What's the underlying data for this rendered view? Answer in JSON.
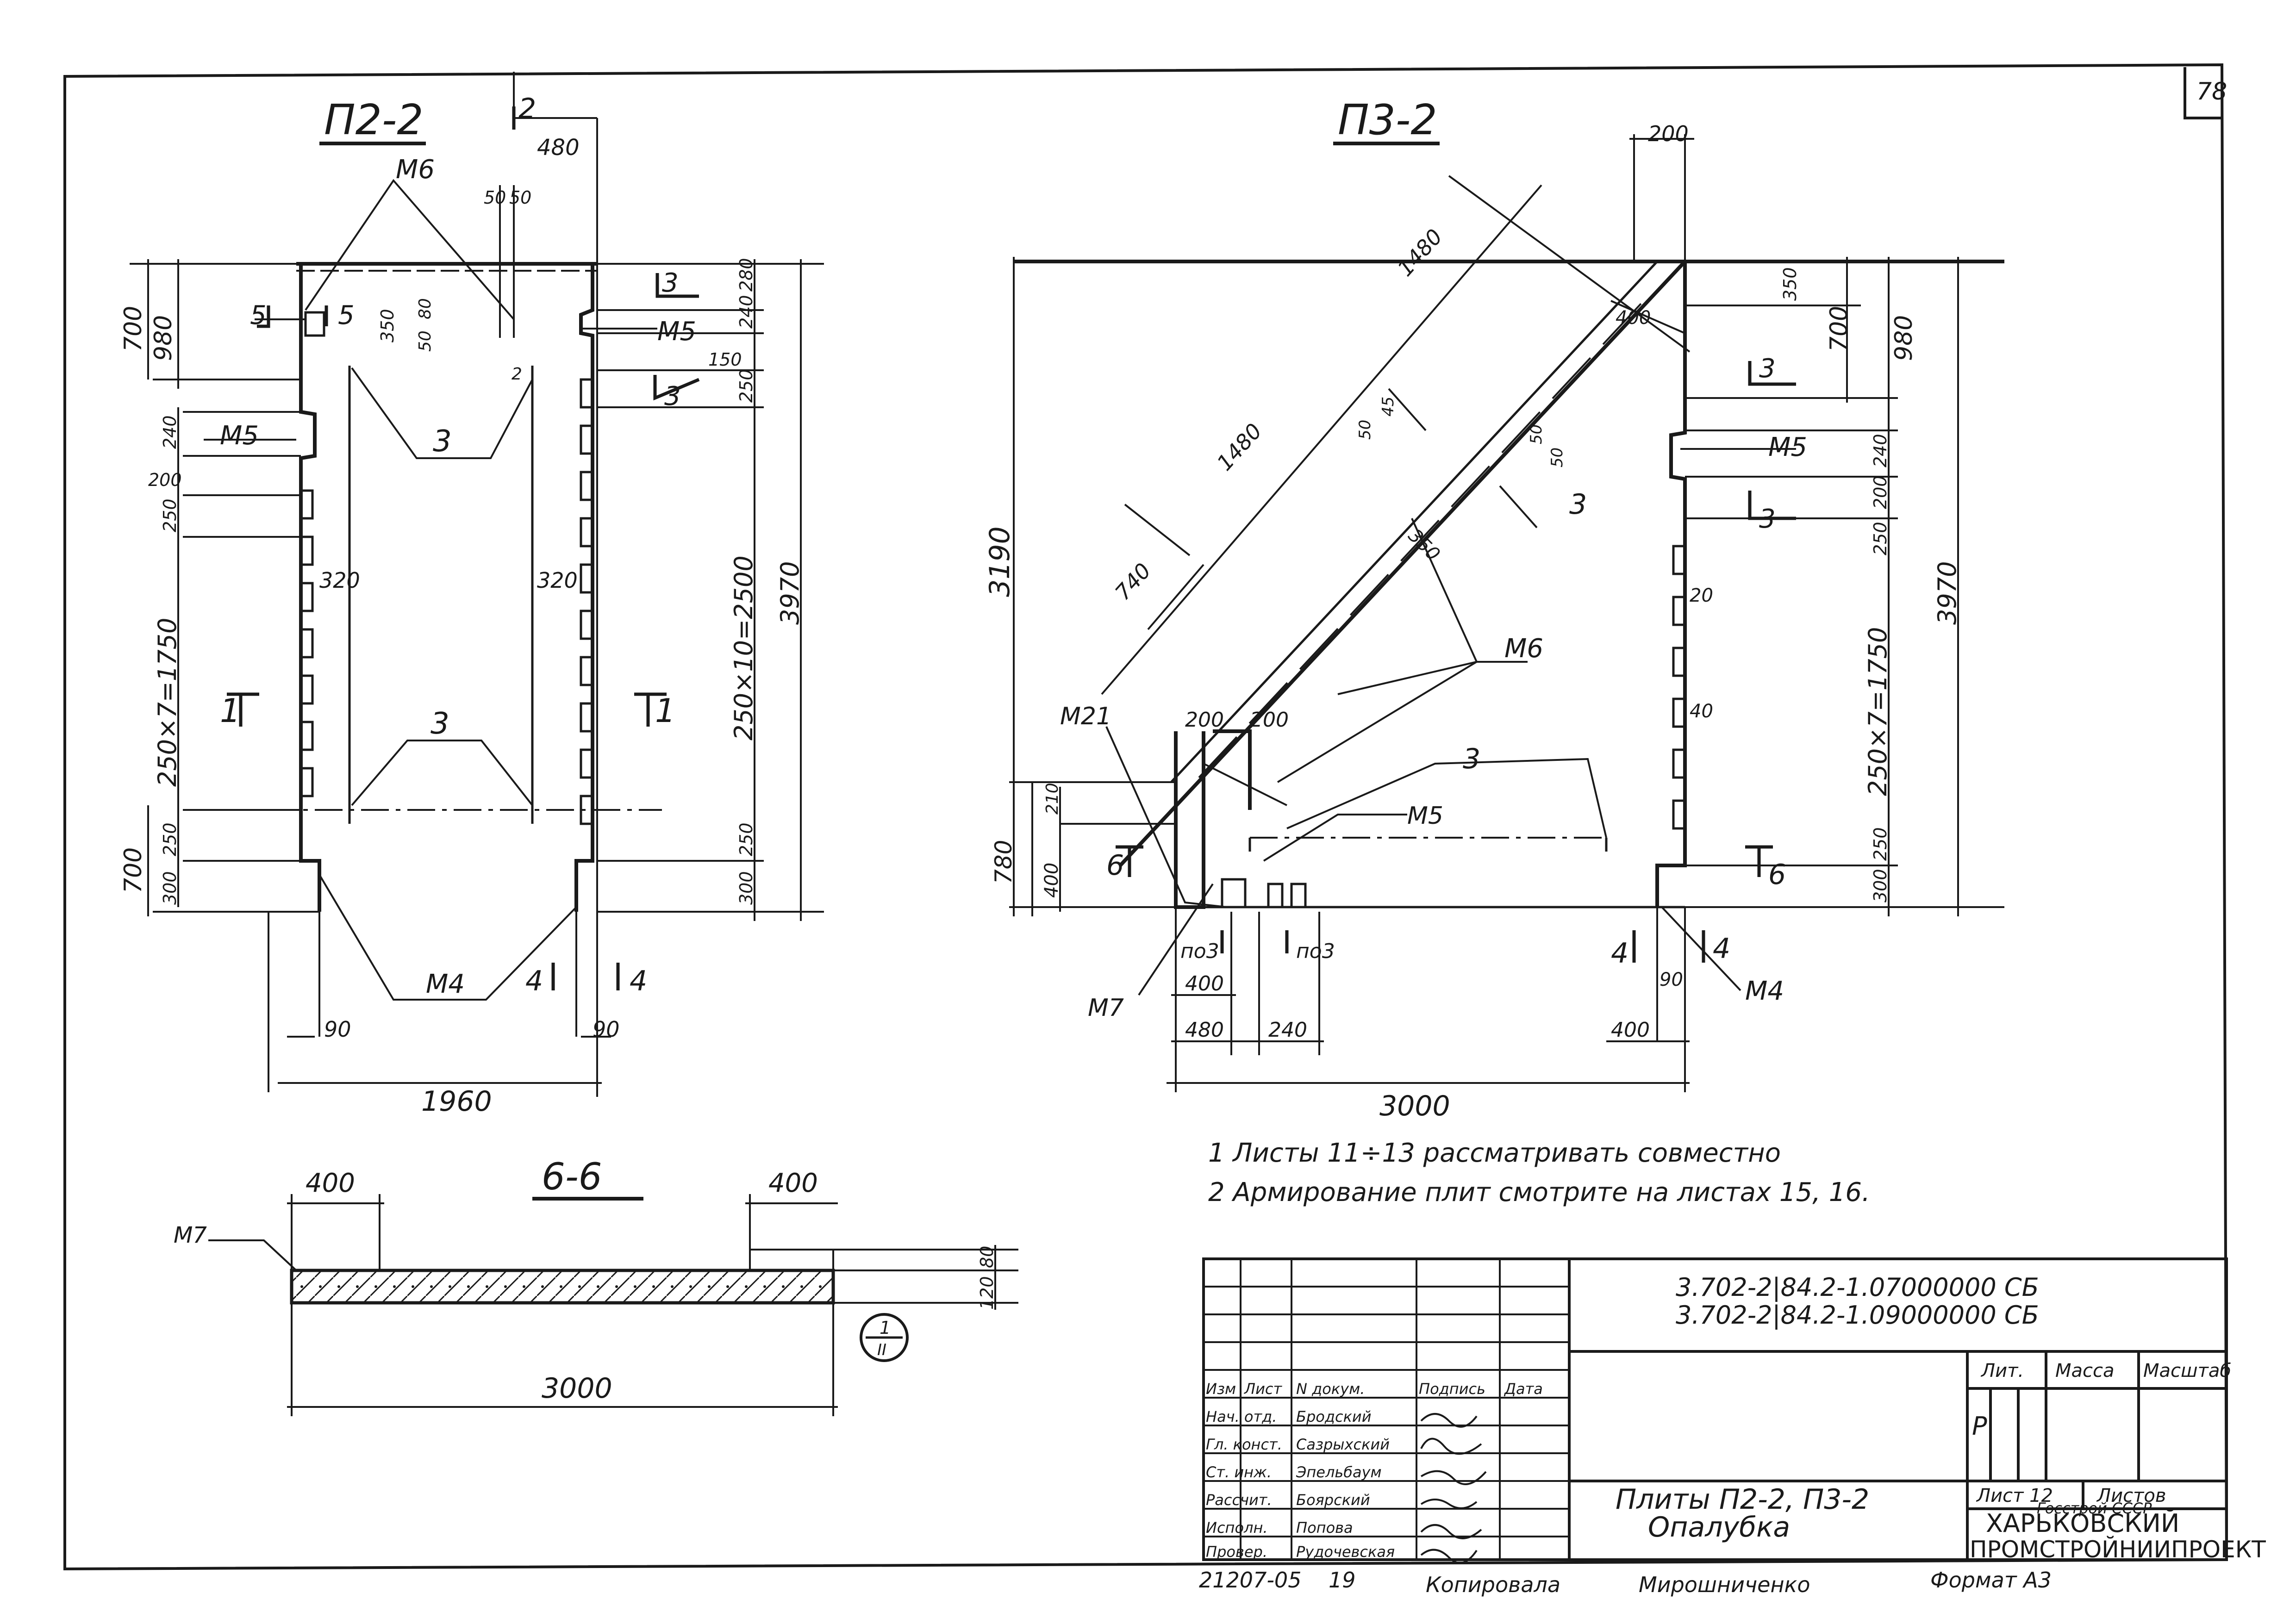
{
  "sheet": {
    "page_number": "78",
    "view_p22": "П2-2",
    "view_p32": "П3-2",
    "view_66": "6-6"
  },
  "p22": {
    "sec2": "2",
    "d480": "480",
    "d50a": "50",
    "d50b": "50",
    "d350": "350",
    "d80": "80",
    "d50c": "50",
    "d2": "2",
    "m6": "М6",
    "m5a": "М5",
    "m5b": "М5",
    "m4": "М4",
    "sec5a": "5",
    "sec5b": "5",
    "sec3a": "3",
    "sec3b": "3",
    "sec1a": "1",
    "sec1b": "1",
    "sec4a": "4",
    "sec4b": "4",
    "num3a": "3",
    "num3b": "3",
    "d700a": "700",
    "d980": "980",
    "d240a": "240",
    "d200": "200",
    "d250a": "250",
    "d250x7": "250×7=1750",
    "d700b": "700",
    "d250b": "250",
    "d300a": "300",
    "d320a": "320",
    "d320b": "320",
    "r280": "280",
    "r240": "240",
    "r150": "150",
    "r250a": "250",
    "r250x10": "250×10=2500",
    "r3970": "3970",
    "r250b": "250",
    "r300": "300",
    "d90a": "90",
    "d90b": "90",
    "d1960": "1960"
  },
  "p32": {
    "d200top": "200",
    "d1480a": "1480",
    "d1480b": "1480",
    "d740": "740",
    "d350a": "350",
    "d350b": "350",
    "d400": "400",
    "d50a": "50",
    "d45": "45",
    "d50b": "50",
    "d50c": "50",
    "d700": "700",
    "d980": "980",
    "d3190": "3190",
    "d240": "240",
    "d200r": "200",
    "d250": "250",
    "d3970": "3970",
    "d20": "20",
    "d40": "40",
    "d250x7": "250×7=1750",
    "d250b": "250",
    "d300": "300",
    "d200a": "200",
    "d200b": "200",
    "d210": "210",
    "d780": "780",
    "d400l": "400",
    "m21": "М21",
    "m6": "М6",
    "m5a": "М5",
    "m5b": "М5",
    "m7": "М7",
    "m4": "М4",
    "sec3a": "3",
    "sec3b": "3",
    "num3a": "3",
    "num3b": "3",
    "sec6a": "6",
    "sec6b": "6",
    "sec4a": "4",
    "sec4b": "4",
    "po3a": "по3",
    "po3b": "по3",
    "d400a": "400",
    "d480": "480",
    "d240b": "240",
    "d90": "90",
    "d400b": "400",
    "d3000": "3000"
  },
  "sec66": {
    "m7": "М7",
    "d400a": "400",
    "d400b": "400",
    "d80": "80",
    "d120": "120",
    "d3000": "3000",
    "circle_top": "1",
    "circle_bottom": "II"
  },
  "notes": [
    "1  Листы 11÷13 рассматривать совместно",
    "2  Армирование плит смотрите на листах 15, 16."
  ],
  "title_block": {
    "code1": "3.702-2|84.2-1.07000000 СБ",
    "code2": "3.702-2|84.2-1.09000000 СБ",
    "lit": "Лит.",
    "mass": "Масса",
    "scale": "Масштаб",
    "p_mark": "Р",
    "sheet": "Лист 12",
    "sheets": "Листов",
    "org1": "Госстрой СССР",
    "org2": "ХАРЬКОВСКИЙ",
    "org3": "ПРОМСТРОЙНИИПРОЕКТ",
    "title1": "Плиты П2-2, П3-2",
    "title2": "Опалубка",
    "headers": [
      "Изм",
      "Лист",
      "N докум.",
      "Подпись",
      "Дата"
    ],
    "rows": [
      {
        "role": "Нач. отд.",
        "name": "Бродский"
      },
      {
        "role": "Гл. конст.",
        "name": "Сазрыхский"
      },
      {
        "role": "Ст. инж.",
        "name": "Эпельбаум"
      },
      {
        "role": "Рассчит.",
        "name": "Боярский"
      },
      {
        "role": "Исполн.",
        "name": "Попова"
      },
      {
        "role": "Провер.",
        "name": "Рудочевская"
      }
    ]
  },
  "footer": {
    "num": "21207-05",
    "n19": "19",
    "copied": "Копировала",
    "name": "Мирошниченко",
    "format": "Формат А3"
  }
}
